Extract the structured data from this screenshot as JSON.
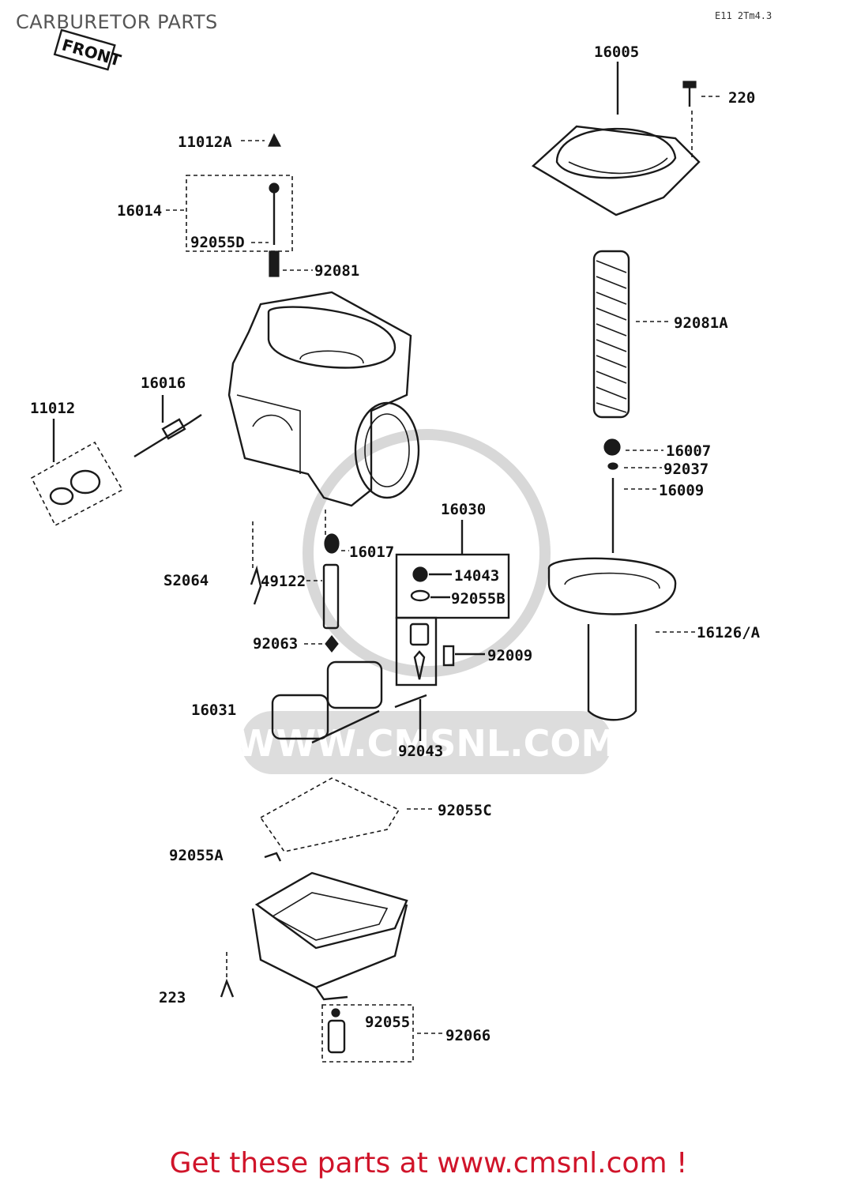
{
  "page": {
    "title": "CARBURETOR PARTS",
    "footer": "Get these parts at www.cmsnl.com !",
    "accent_color": "#d0142a"
  },
  "diagram": {
    "orientation_tag": "FRONT",
    "watermark": "WWW.CMSNL.COM",
    "corner_note": "E11 2Tm4.3",
    "part_labels": {
      "p16005": "16005",
      "p220": "220",
      "p11012A": "11012A",
      "p16014": "16014",
      "p92055D": "92055D",
      "p92081": "92081",
      "p92081A": "92081A",
      "p16016": "16016",
      "p11012": "11012",
      "p16007": "16007",
      "p92037": "92037",
      "p16009": "16009",
      "p16030": "16030",
      "p16017": "16017",
      "p92064": "S2064",
      "p49122": "49122",
      "p14043": "14043",
      "p92055B": "92055B",
      "p16126A": "16126/A",
      "p92063": "92063",
      "p92009": "92009",
      "p16031": "16031",
      "p92043": "92043",
      "p92055C": "92055C",
      "p92055A": "92055A",
      "p223": "223",
      "p92055": "92055",
      "p92066": "92066"
    }
  }
}
